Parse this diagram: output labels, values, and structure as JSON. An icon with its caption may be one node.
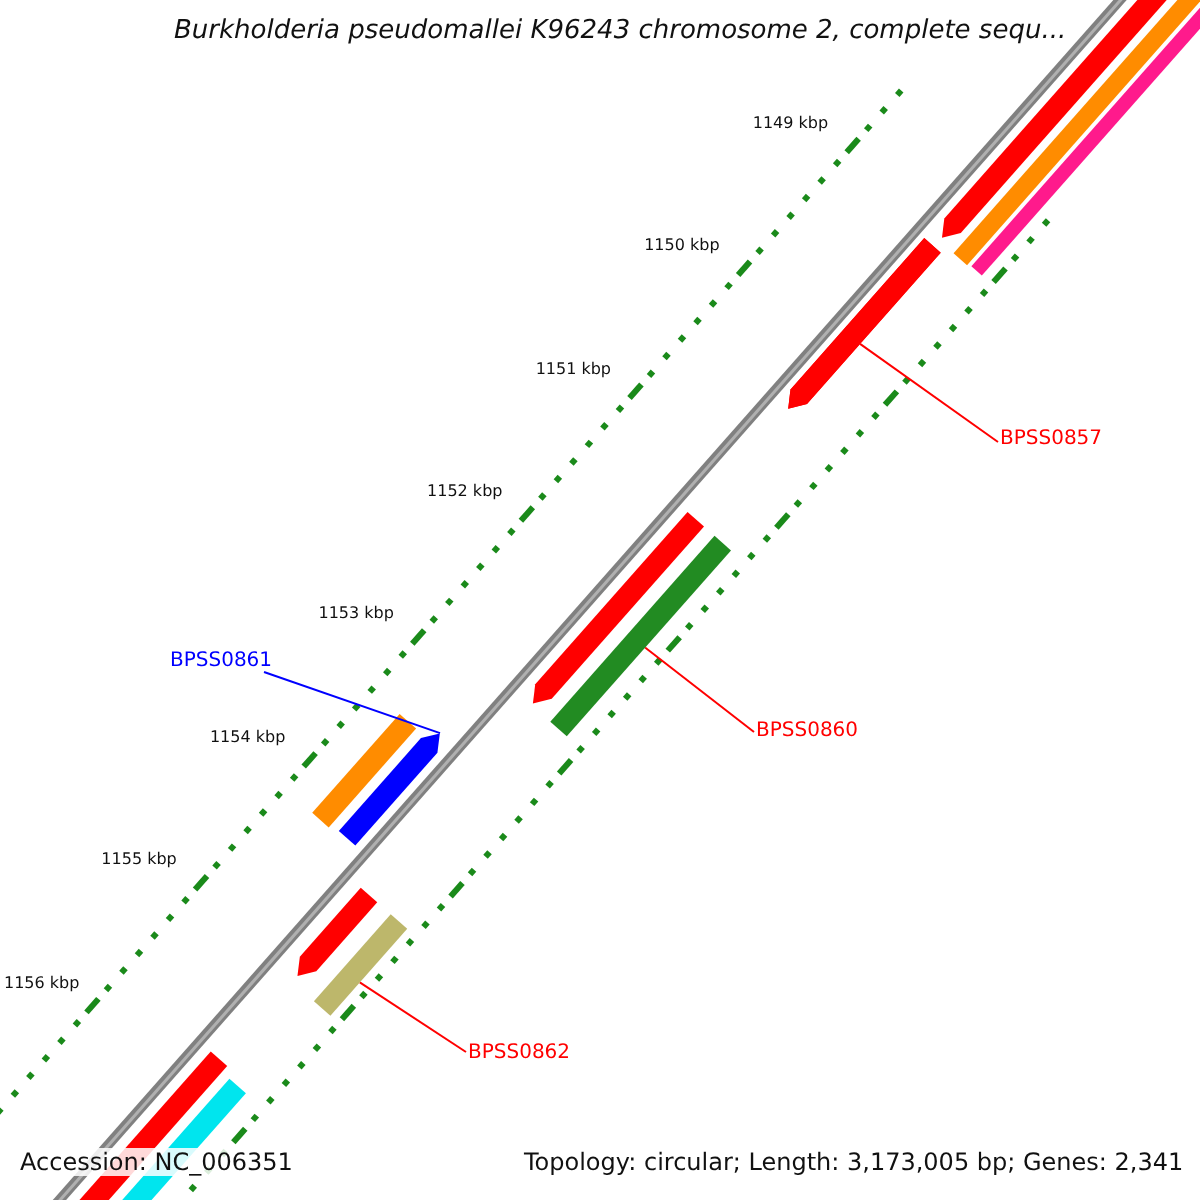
{
  "diagram": {
    "title": "Burkholderia pseudomallei K96243 chromosome 2, complete sequ...",
    "nodes": [
      {
        "text": [
          "BPSS0857"
        ]
      },
      {
        "text": [],
        "shape": "bar"
      },
      {
        "text": [
          "BPSS0861"
        ]
      },
      {
        "text": [],
        "shape": "bar"
      },
      {
        "text": [
          "BPSS0860"
        ]
      },
      {
        "text": [],
        "shape": "bar"
      },
      {
        "text": [
          "BPSS0862"
        ]
      },
      {
        "text": [],
        "shape": "bar"
      }
    ],
    "edges": [
      {
        "from": 0,
        "to": 1,
        "arrow": "none"
      },
      {
        "from": 2,
        "to": 3,
        "arrow": "none",
        "color": "#0000ff"
      },
      {
        "from": 4,
        "to": 5,
        "arrow": "none"
      },
      {
        "from": 6,
        "to": 7,
        "arrow": "none"
      }
    ],
    "labels": [
      "1149 kbp",
      "1150 kbp",
      "1151 kbp",
      "1152 kbp",
      "1153 kbp",
      "1154 kbp",
      "1155 kbp",
      "1156 kbp",
      "Accession: NC_006351",
      "Topology: circular; Length: 3,173,005 bp; Genes: 2,341"
    ]
  }
}
